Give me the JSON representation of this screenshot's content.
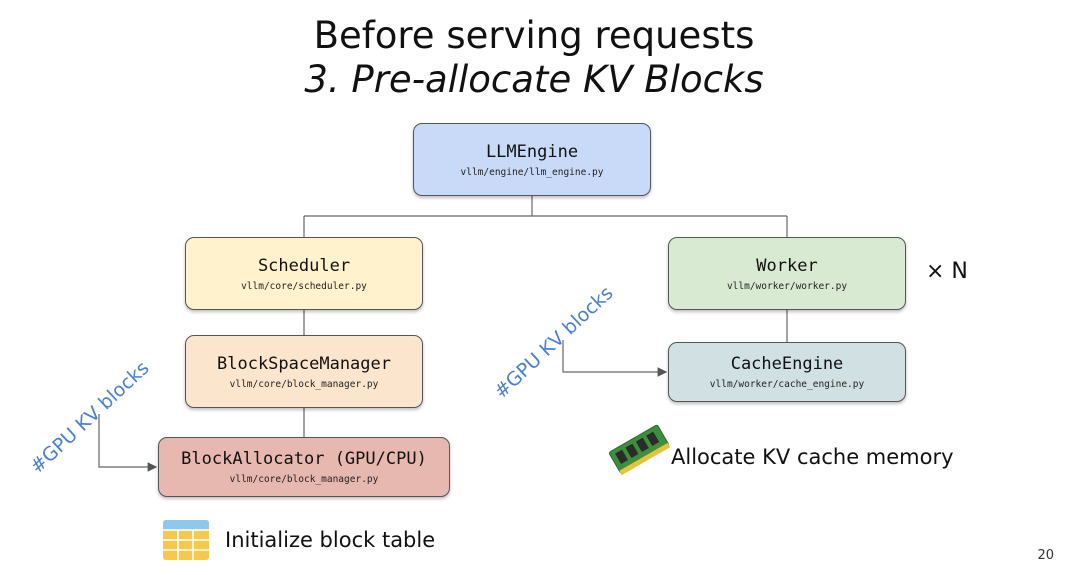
{
  "title": {
    "line1": "Before serving requests",
    "line2": "3. Pre-allocate KV Blocks"
  },
  "nodes": {
    "engine": {
      "name": "LLMEngine",
      "path": "vllm/engine/llm_engine.py",
      "color": "#c9daf8"
    },
    "scheduler": {
      "name": "Scheduler",
      "path": "vllm/core/scheduler.py",
      "color": "#fff2cc"
    },
    "worker": {
      "name": "Worker",
      "path": "vllm/worker/worker.py",
      "color": "#d9ead3"
    },
    "block_space_manager": {
      "name": "BlockSpaceManager",
      "path": "vllm/core/block_manager.py",
      "color": "#fce5cd"
    },
    "cache_engine": {
      "name": "CacheEngine",
      "path": "vllm/worker/cache_engine.py",
      "color": "#d0e0e3"
    },
    "block_allocator": {
      "name": "BlockAllocator (GPU/CPU)",
      "path": "vllm/core/block_manager.py",
      "color": "#e6b8af"
    }
  },
  "worker_multiplier": "× N",
  "edge_labels": {
    "left": "#GPU KV blocks",
    "middle": "#GPU KV blocks",
    "color": "#4a7fd4"
  },
  "captions": {
    "allocate": "Allocate KV cache memory",
    "initialize": "Initialize block table"
  },
  "icons": {
    "memory": "ram-stick-icon",
    "table": "table-icon"
  },
  "page_number": "20"
}
